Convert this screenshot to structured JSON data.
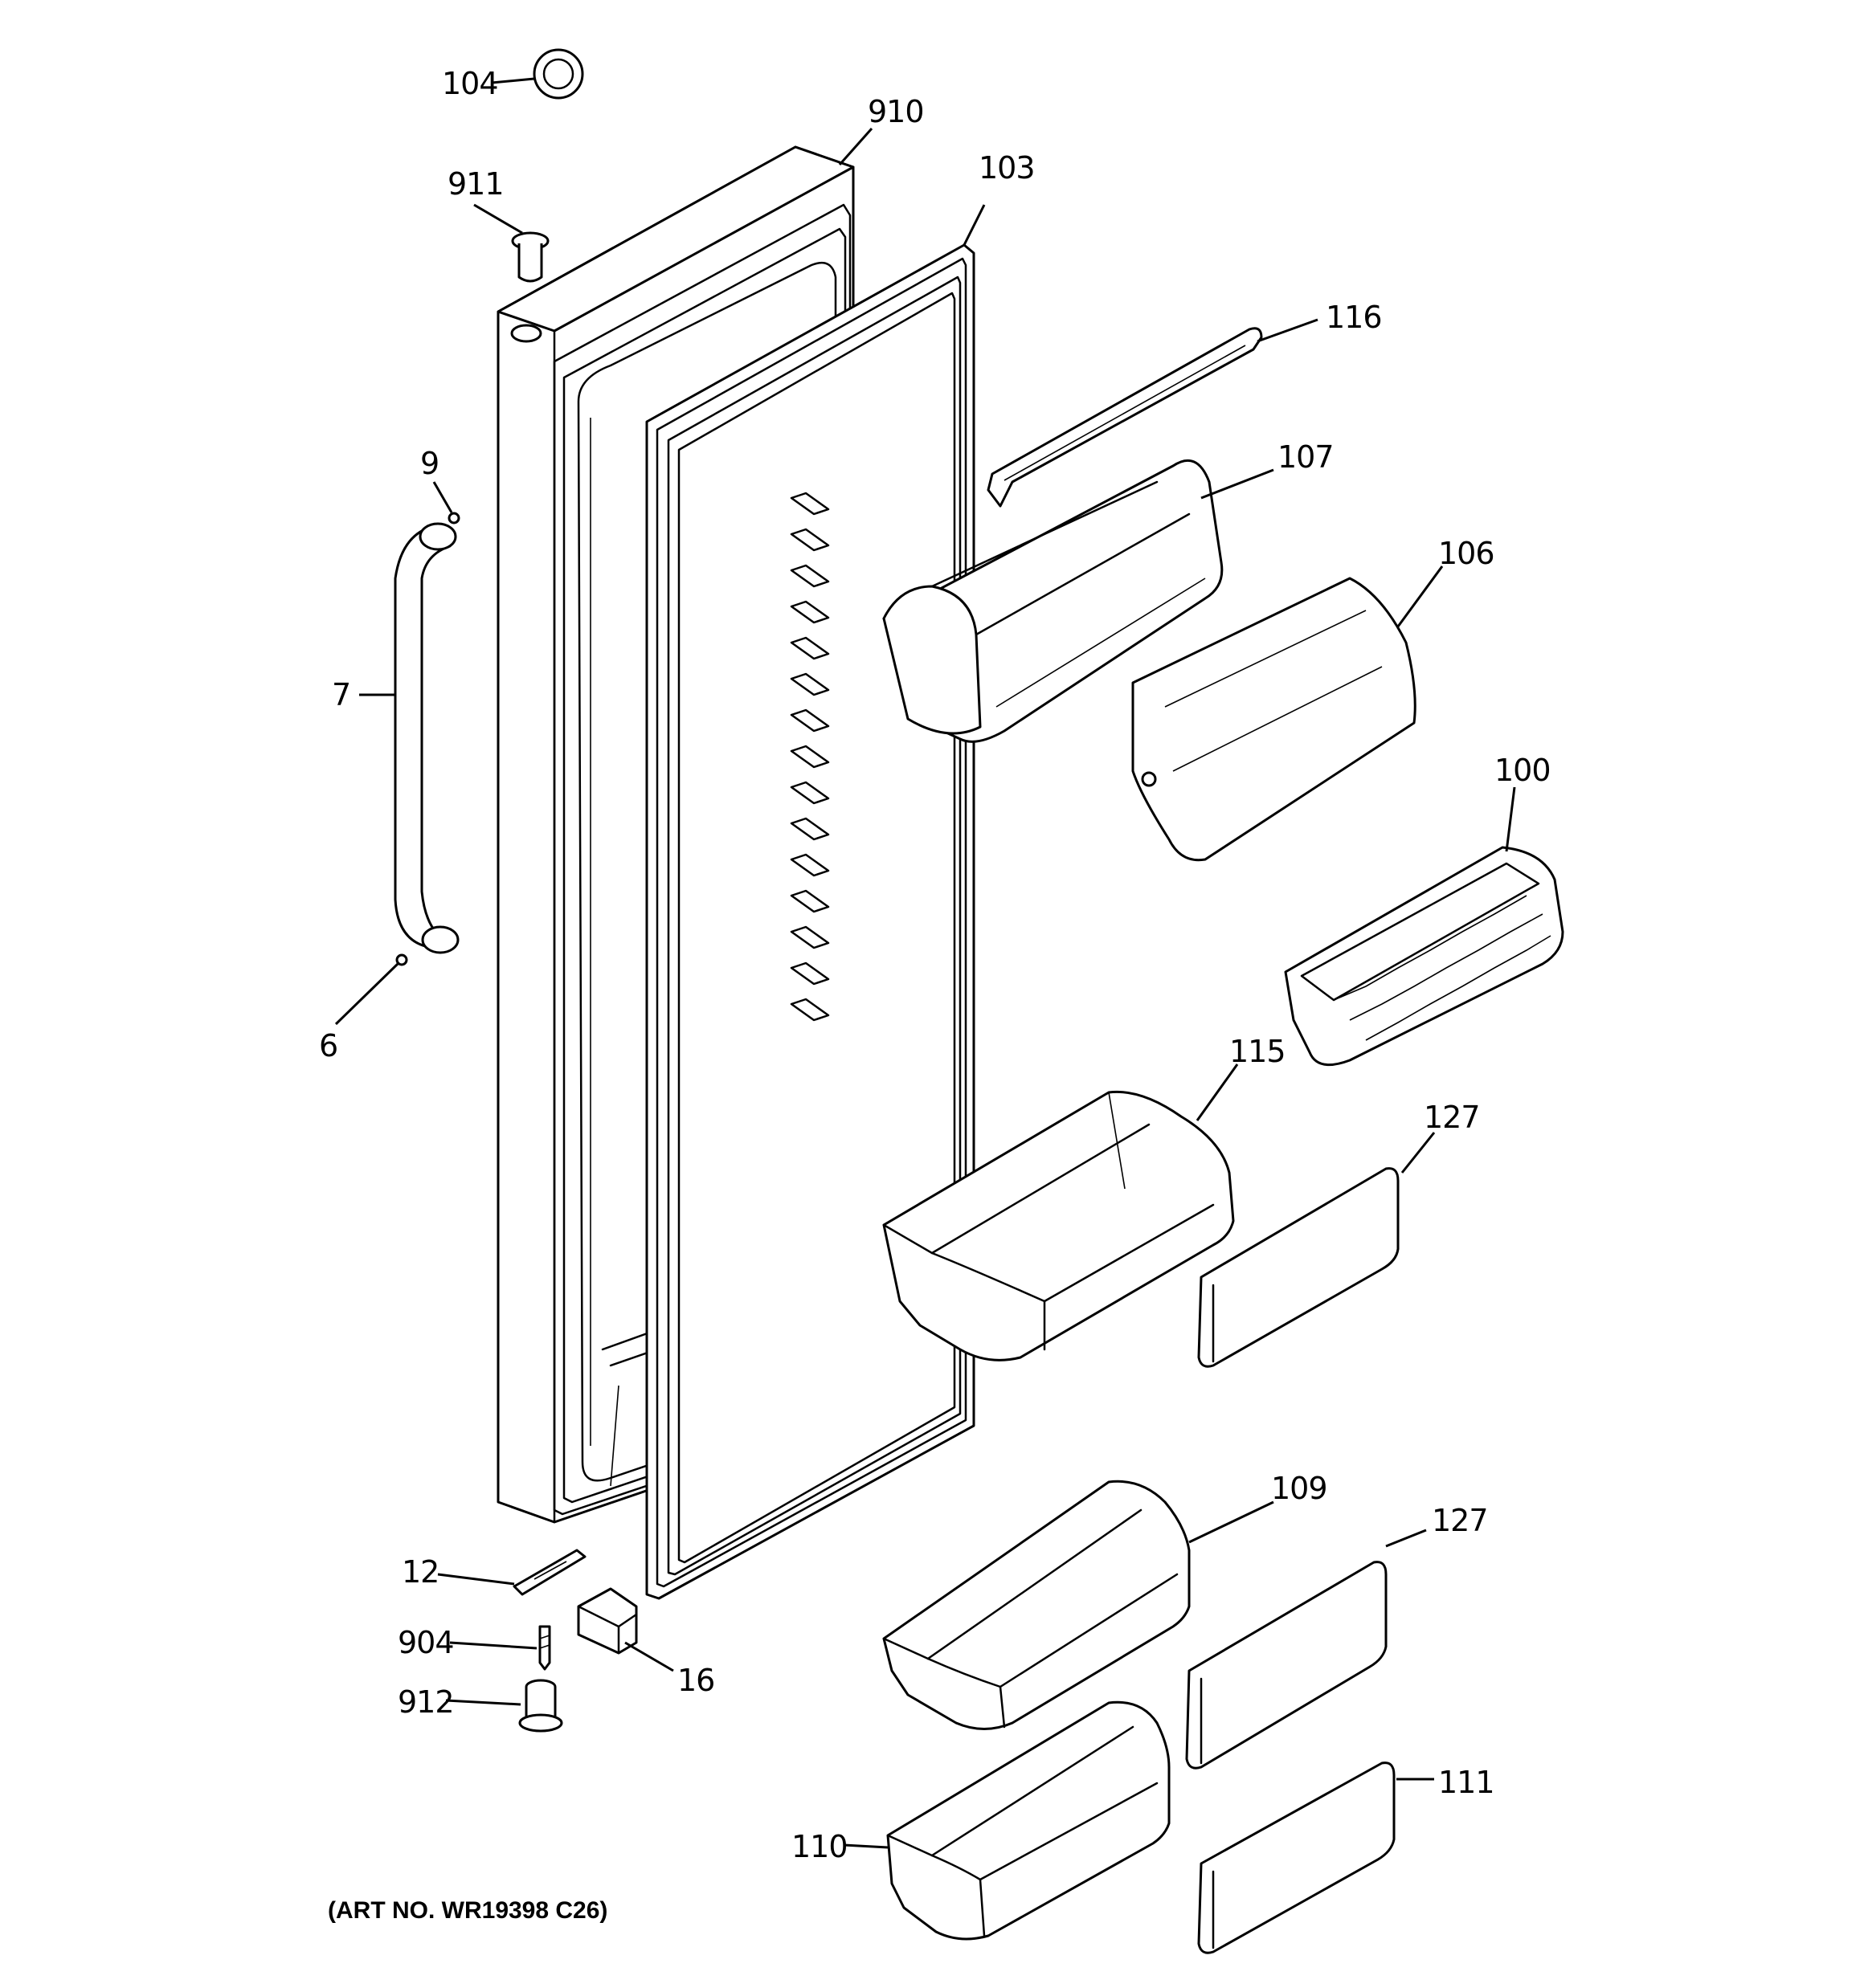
{
  "diagram": {
    "art_number": "(ART NO. WR19398 C26)",
    "callouts": [
      {
        "id": "104",
        "label": "104"
      },
      {
        "id": "910",
        "label": "910"
      },
      {
        "id": "911",
        "label": "911"
      },
      {
        "id": "103",
        "label": "103"
      },
      {
        "id": "116",
        "label": "116"
      },
      {
        "id": "9",
        "label": "9"
      },
      {
        "id": "107",
        "label": "107"
      },
      {
        "id": "106",
        "label": "106"
      },
      {
        "id": "7",
        "label": "7"
      },
      {
        "id": "100",
        "label": "100"
      },
      {
        "id": "6",
        "label": "6"
      },
      {
        "id": "115",
        "label": "115"
      },
      {
        "id": "127a",
        "label": "127"
      },
      {
        "id": "109",
        "label": "109"
      },
      {
        "id": "127b",
        "label": "127"
      },
      {
        "id": "12",
        "label": "12"
      },
      {
        "id": "904",
        "label": "904"
      },
      {
        "id": "16",
        "label": "16"
      },
      {
        "id": "912",
        "label": "912"
      },
      {
        "id": "111",
        "label": "111"
      },
      {
        "id": "110",
        "label": "110"
      }
    ]
  }
}
